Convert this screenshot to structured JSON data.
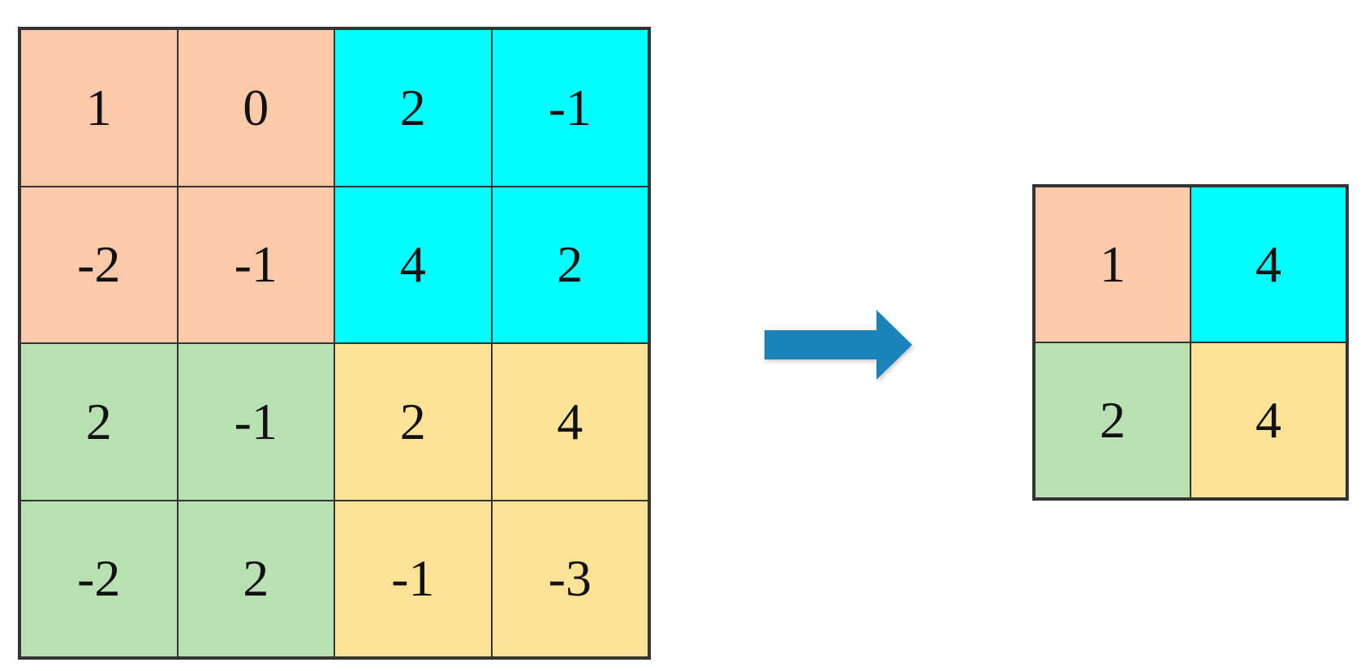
{
  "colors": {
    "salmon": "#fccaa8",
    "cyan": "#00ffff",
    "green": "#b9e0b3",
    "yellow": "#fee295",
    "arrow": "#1a83b9",
    "border": "#333333"
  },
  "input_matrix": {
    "cells": [
      {
        "value": "1",
        "color": "salmon"
      },
      {
        "value": "0",
        "color": "salmon"
      },
      {
        "value": "2",
        "color": "cyan"
      },
      {
        "value": "-1",
        "color": "cyan"
      },
      {
        "value": "-2",
        "color": "salmon"
      },
      {
        "value": "-1",
        "color": "salmon"
      },
      {
        "value": "4",
        "color": "cyan"
      },
      {
        "value": "2",
        "color": "cyan"
      },
      {
        "value": "2",
        "color": "green"
      },
      {
        "value": "-1",
        "color": "green"
      },
      {
        "value": "2",
        "color": "yellow"
      },
      {
        "value": "4",
        "color": "yellow"
      },
      {
        "value": "-2",
        "color": "green"
      },
      {
        "value": "2",
        "color": "green"
      },
      {
        "value": "-1",
        "color": "yellow"
      },
      {
        "value": "-3",
        "color": "yellow"
      }
    ]
  },
  "arrow": {
    "icon": "right-arrow-icon"
  },
  "output_matrix": {
    "cells": [
      {
        "value": "1",
        "color": "salmon"
      },
      {
        "value": "4",
        "color": "cyan"
      },
      {
        "value": "2",
        "color": "green"
      },
      {
        "value": "4",
        "color": "yellow"
      }
    ]
  }
}
